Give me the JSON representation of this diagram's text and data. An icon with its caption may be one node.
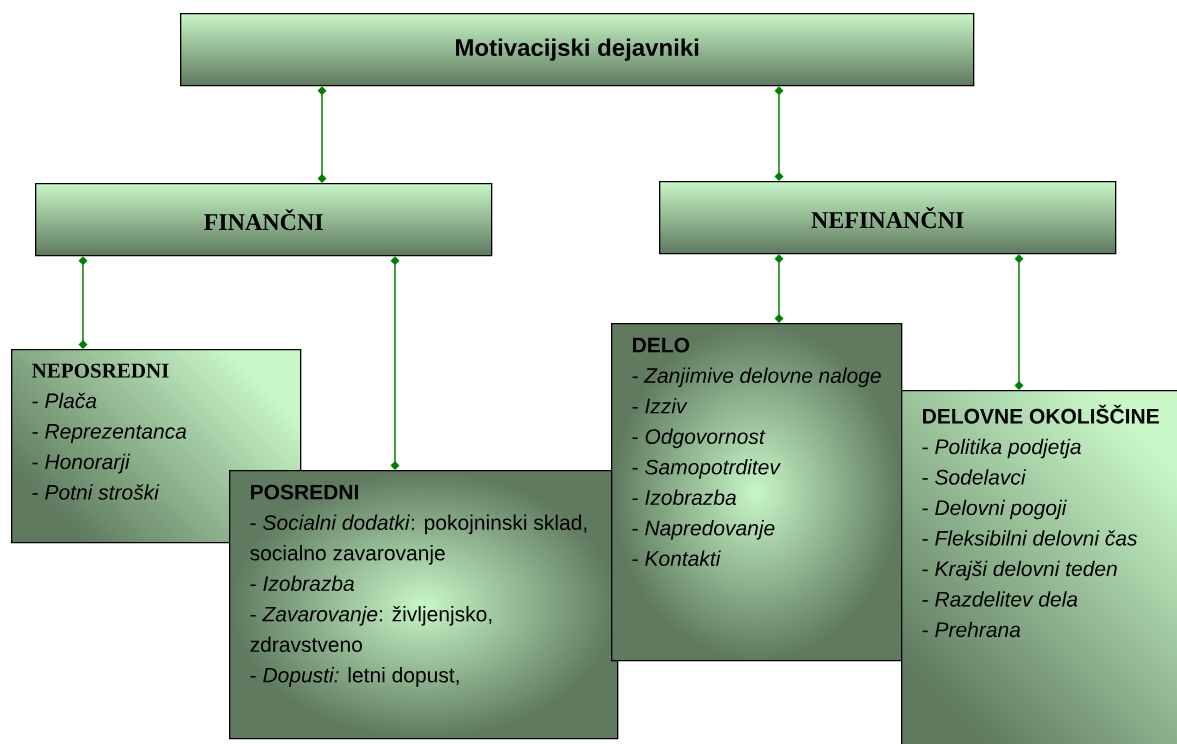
{
  "diagram": {
    "nodes": [
      {
        "text": [
          "Motivacijski dejavniki"
        ]
      },
      {
        "text": [
          "FINANČNI"
        ]
      },
      {
        "text": [
          "NEFINANČNI"
        ]
      },
      {
        "text": [
          "NEPOSREDNI",
          "- *Plača*",
          "- *Reprezentanca*",
          "- *Honorarji*",
          "- *Potni stroški*"
        ]
      },
      {
        "text": [
          "POSREDNI",
          "- *Socialni dodatki*: pokojninski sklad, socialno zavarovanje",
          "- *Izobrazba*",
          "- *Zavarovanje*: življenjsko, zdravstveno",
          "- *Dopusti:* letni dopust,"
        ]
      },
      {
        "text": [
          "DELO",
          "- *Zanjimive delovne naloge*",
          "- *Izziv*",
          "- *Odgovornost*",
          "- *Samopotrditev*",
          "- *Izobrazba*",
          "- *Napredovanje*",
          "- *Kontakti*"
        ]
      },
      {
        "text": [
          "DELOVNE OKOLIŠČINE",
          "- *Politika podjetja*",
          "- *Sodelavci*",
          "- *Delovni pogoji*",
          "- *Fleksibilni delovni čas*",
          "- *Krajši delovni teden*",
          "- *Razdelitev dela*",
          "- *Prehrana*"
        ]
      }
    ],
    "edges": [
      {
        "from": 0,
        "to": 1,
        "arrow": "other"
      },
      {
        "from": 0,
        "to": 2,
        "arrow": "other"
      },
      {
        "from": 1,
        "to": 3,
        "arrow": "other"
      },
      {
        "from": 1,
        "to": 4,
        "arrow": "other"
      },
      {
        "from": 2,
        "to": 5,
        "arrow": "other"
      },
      {
        "from": 2,
        "to": 6,
        "arrow": "other"
      }
    ]
  }
}
